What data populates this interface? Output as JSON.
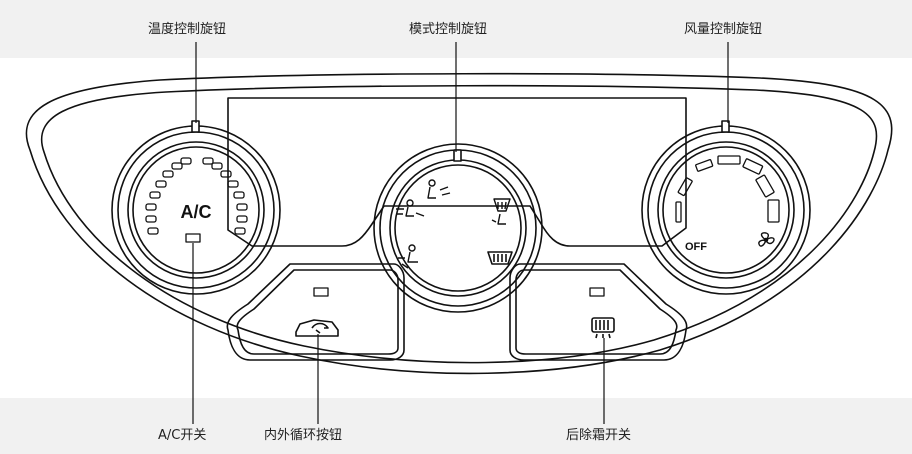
{
  "labels": {
    "temp_knob": "温度控制旋钮",
    "mode_knob": "模式控制旋钮",
    "fan_knob": "风量控制旋钮",
    "ac_switch": "A/C开关",
    "recirc_button": "内外循环按钮",
    "rear_defrost_switch": "后除霜开关"
  },
  "panel": {
    "ac_text": "A/C",
    "off_text": "OFF"
  },
  "icons": {
    "recirculation": "recirculation-car-icon",
    "rear_defrost": "rear-defrost-icon",
    "fan": "fan-icon"
  }
}
